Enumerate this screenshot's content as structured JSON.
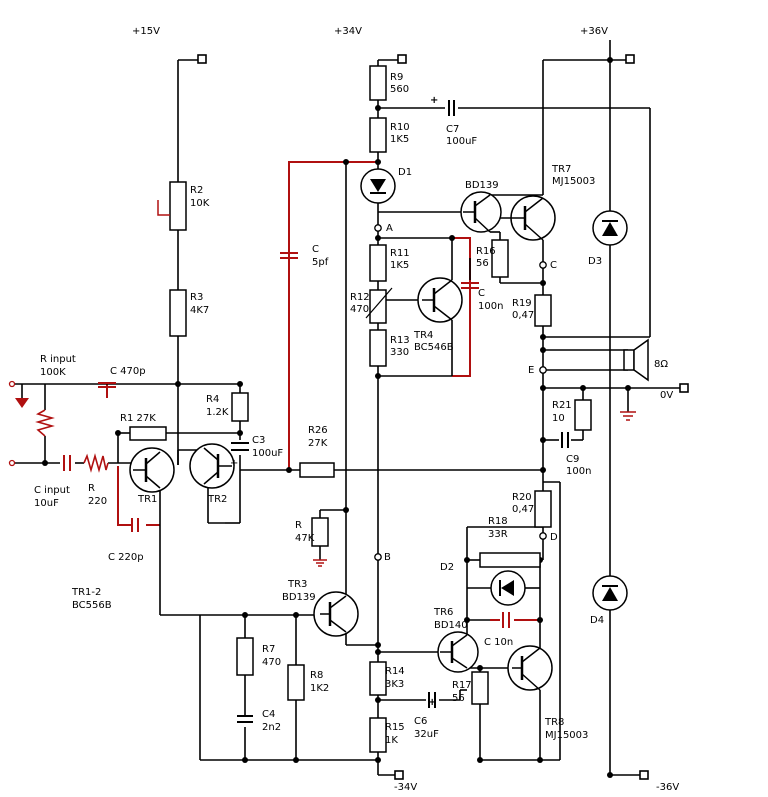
{
  "rails": {
    "p15": "+15V",
    "p34": "+34V",
    "p36": "+36V",
    "m34": "-34V",
    "m36": "-36V",
    "zero": "0V"
  },
  "parts": {
    "r_input_name": "R input",
    "r_input_val": "100K",
    "c_input_name": "C input",
    "c_input_val": "10uF",
    "r_name": "R",
    "r_val": "220",
    "c470": "C 470p",
    "r1": "R1 27K",
    "r2_name": "R2",
    "r2_val": "10K",
    "r3_name": "R3",
    "r3_val": "4K7",
    "r4_name": "R4",
    "r4_val": "1.2K",
    "c3_name": "C3",
    "c3_val": "100uF",
    "c_name": "C",
    "c_val": "5pf",
    "r26_name": "R26",
    "r26_val": "27K",
    "tr1": "TR1",
    "tr2": "TR2",
    "c220": "C 220p",
    "r47_name": "R",
    "r47_val": "47K",
    "tr12_name": "TR1-2",
    "tr12_val": "BC556B",
    "tr3_name": "TR3",
    "tr3_val": "BD139",
    "r7_name": "R7",
    "r7_val": "470",
    "c4_name": "C4",
    "c4_val": "2n2",
    "r8_name": "R8",
    "r8_val": "1K2",
    "r9_name": "R9",
    "r9_val": "560",
    "r10_name": "R10",
    "r10_val": "1K5",
    "c7_name": "C7",
    "c7_val": "100uF",
    "d1": "D1",
    "node_a": "A",
    "r11_name": "R11",
    "r11_val": "1K5",
    "r12_name": "R12",
    "r12_val": "470",
    "r13_name": "R13",
    "r13_val": "330",
    "tr4_name": "TR4",
    "tr4_val": "BC546B",
    "bd139": "BD139",
    "tr7_name": "TR7",
    "tr7_val": "MJ15003",
    "r16_name": "R16",
    "r16_val": "56",
    "c100n_name": "C",
    "c100n_val": "100n",
    "node_c": "C",
    "r19_name": "R19",
    "r19_val": "0,47",
    "d3": "D3",
    "node_e": "E",
    "speaker": "8Ω",
    "r21_name": "R21",
    "r21_val": "10",
    "c9_name": "C9",
    "c9_val": "100n",
    "r20_name": "R20",
    "r20_val": "0,47",
    "node_d": "D",
    "r18_name": "R18",
    "r18_val": "33R",
    "node_b": "B",
    "d2": "D2",
    "tr6_name": "TR6",
    "tr6_val": "BD140",
    "c10n": "C 10n",
    "d4": "D4",
    "r14_name": "R14",
    "r14_val": "3K3",
    "r17_name": "R17",
    "r17_val": "56",
    "r15_name": "R15",
    "r15_val": "1K",
    "c6_name": "C6",
    "c6_val": "32uF",
    "tr8_name": "TR8",
    "tr8_val": "MJ15003"
  },
  "polarity": {
    "plus": "+"
  }
}
